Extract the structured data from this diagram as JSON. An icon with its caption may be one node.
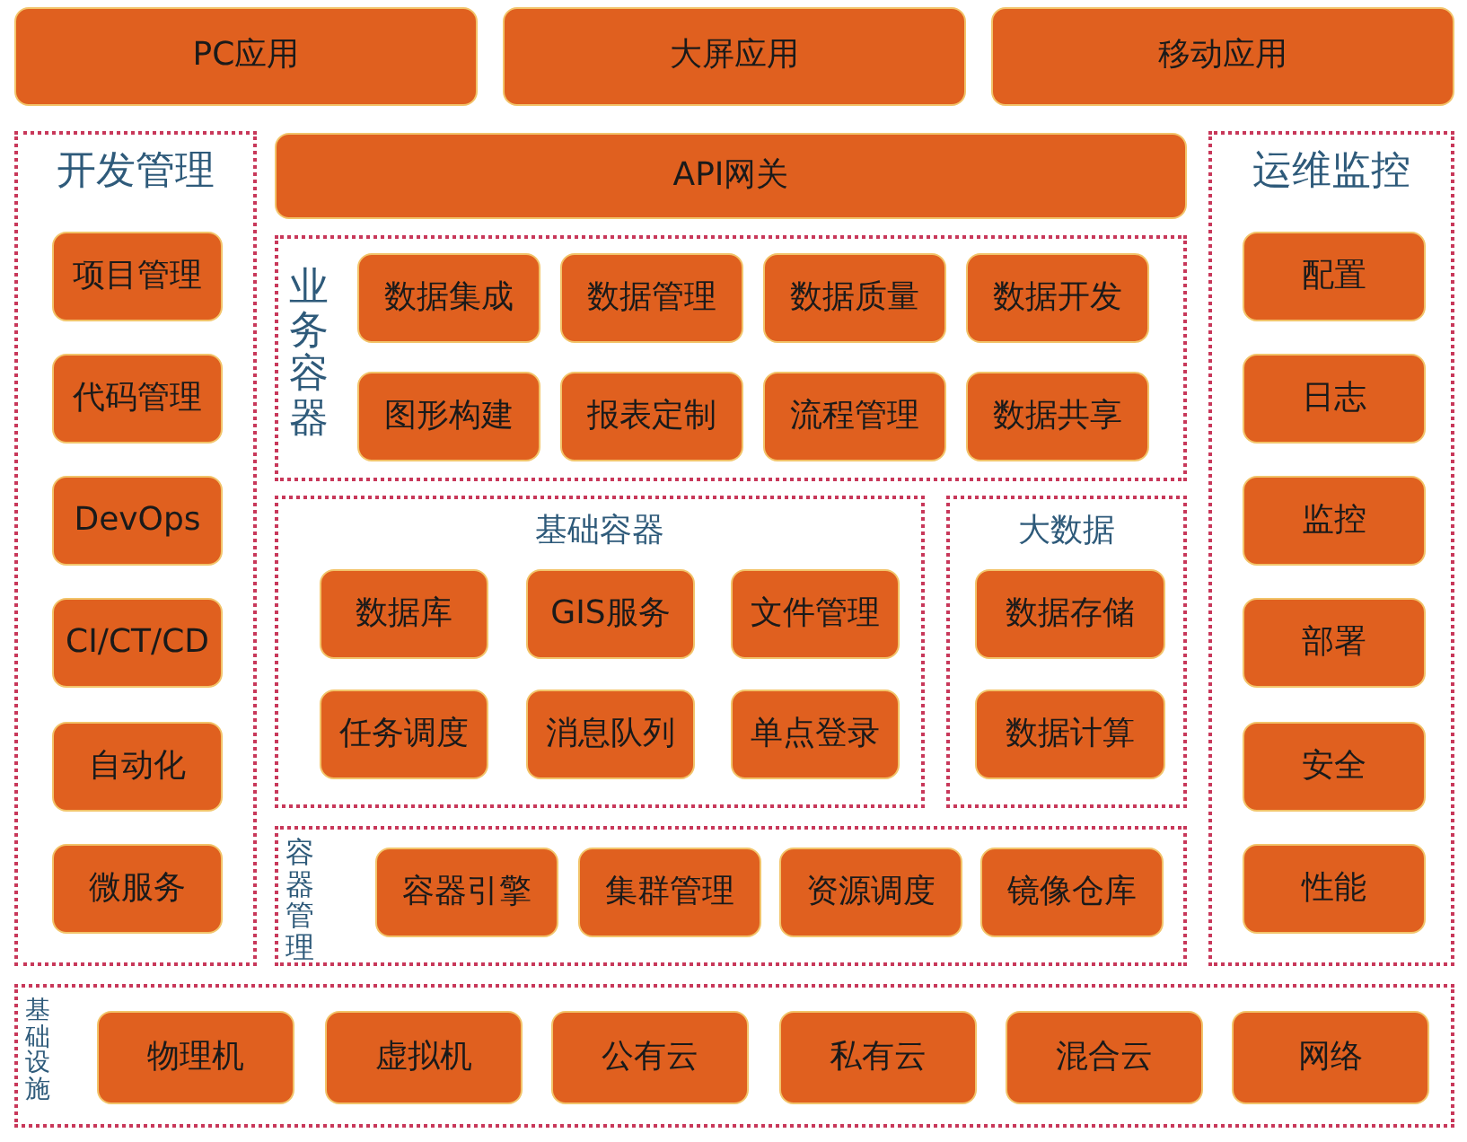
{
  "diagram": {
    "nodes": [
      {
        "text": [
          "PC应用"
        ]
      },
      {
        "text": [
          "大屏应用"
        ]
      },
      {
        "text": [
          "移动应用"
        ]
      },
      {
        "text": [
          "开发管理"
        ]
      },
      {
        "text": [
          "项目管理"
        ],
        "in": 3
      },
      {
        "text": [
          "代码管理"
        ],
        "in": 3
      },
      {
        "text": [
          "DevOps"
        ],
        "in": 3
      },
      {
        "text": [
          "CI/CT/CD"
        ],
        "in": 3
      },
      {
        "text": [
          "自动化"
        ],
        "in": 3
      },
      {
        "text": [
          "微服务"
        ],
        "in": 3
      },
      {
        "text": [
          "API网关"
        ]
      },
      {
        "text": [
          "业务容器"
        ]
      },
      {
        "text": [
          "数据集成"
        ],
        "in": 11
      },
      {
        "text": [
          "数据管理"
        ],
        "in": 11
      },
      {
        "text": [
          "数据质量"
        ],
        "in": 11
      },
      {
        "text": [
          "数据开发"
        ],
        "in": 11
      },
      {
        "text": [
          "图形构建"
        ],
        "in": 11
      },
      {
        "text": [
          "报表定制"
        ],
        "in": 11
      },
      {
        "text": [
          "流程管理"
        ],
        "in": 11
      },
      {
        "text": [
          "数据共享"
        ],
        "in": 11
      },
      {
        "text": [
          "基础容器"
        ]
      },
      {
        "text": [
          "数据库"
        ],
        "in": 20
      },
      {
        "text": [
          "GIS服务"
        ],
        "in": 20
      },
      {
        "text": [
          "文件管理"
        ],
        "in": 20
      },
      {
        "text": [
          "任务调度"
        ],
        "in": 20
      },
      {
        "text": [
          "消息队列"
        ],
        "in": 20
      },
      {
        "text": [
          "单点登录"
        ],
        "in": 20
      },
      {
        "text": [
          "大数据"
        ]
      },
      {
        "text": [
          "数据存储"
        ],
        "in": 27
      },
      {
        "text": [
          "数据计算"
        ],
        "in": 27
      },
      {
        "text": [
          "容器管理"
        ]
      },
      {
        "text": [
          "容器引擎"
        ],
        "in": 30
      },
      {
        "text": [
          "集群管理"
        ],
        "in": 30
      },
      {
        "text": [
          "资源调度"
        ],
        "in": 30
      },
      {
        "text": [
          "镜像仓库"
        ],
        "in": 30
      },
      {
        "text": [
          "运维监控"
        ]
      },
      {
        "text": [
          "配置"
        ],
        "in": 35
      },
      {
        "text": [
          "日志"
        ],
        "in": 35
      },
      {
        "text": [
          "监控"
        ],
        "in": 35
      },
      {
        "text": [
          "部署"
        ],
        "in": 35
      },
      {
        "text": [
          "安全"
        ],
        "in": 35
      },
      {
        "text": [
          "性能"
        ],
        "in": 35
      },
      {
        "text": [
          "基础设施"
        ]
      },
      {
        "text": [
          "物理机"
        ],
        "in": 42
      },
      {
        "text": [
          "虚拟机"
        ],
        "in": 42
      },
      {
        "text": [
          "公有云"
        ],
        "in": 42
      },
      {
        "text": [
          "私有云"
        ],
        "in": 42
      },
      {
        "text": [
          "混合云"
        ],
        "in": 42
      },
      {
        "text": [
          "网络"
        ],
        "in": 42
      }
    ]
  }
}
